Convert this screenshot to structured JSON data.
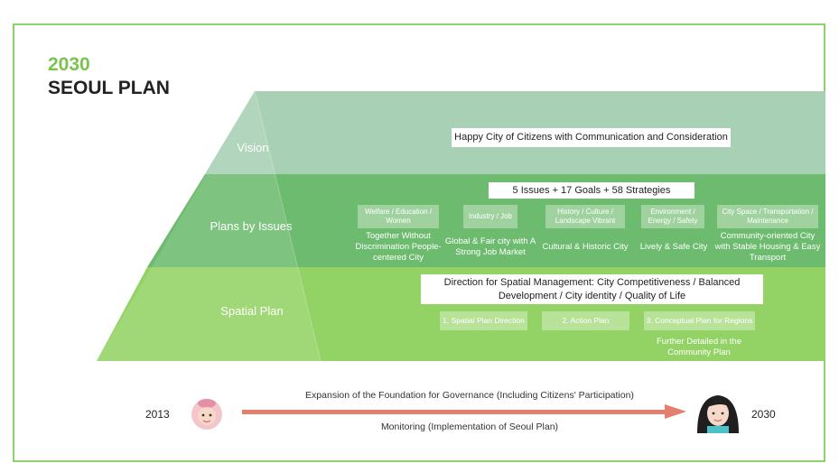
{
  "header": {
    "year": "2030",
    "title": "SEOUL PLAN"
  },
  "levels": {
    "vision": {
      "label": "Vision",
      "statement": "Happy City of Citizens with Communication and Consideration"
    },
    "issues": {
      "label": "Plans by Issues",
      "summary": "5 Issues + 17 Goals + 58 Strategies",
      "items": [
        {
          "tag": "Welfare / Education / Women",
          "desc": "Together Without Discrimination People-centered City"
        },
        {
          "tag": "Industry / Job",
          "desc": "Global & Fair city with A Strong Job Market"
        },
        {
          "tag": "History / Culture / Landscape Vibrant",
          "desc": "Cultural & Historic City"
        },
        {
          "tag": "Environment / Energy / Safety",
          "desc": "Lively & Safe City"
        },
        {
          "tag": "City Space / Transportation / Maintenance",
          "desc": "Community-oriented City with Stable Housing & Easy Transport"
        }
      ]
    },
    "spatial": {
      "label": "Spatial Plan",
      "direction": "Direction for Spatial Management: City Competitiveness / Balanced Development / City identity / Quality of Life",
      "steps": [
        "1. Spatial Plan Direction",
        "2. Action Plan",
        "3. Conceptual Plan for Regions"
      ],
      "note": "Further Detailed in the Community Plan"
    }
  },
  "timeline": {
    "start_year": "2013",
    "end_year": "2030",
    "above_text": "Expansion of the Foundation for Governance (Including Citizens' Participation)",
    "below_text": "Monitoring (Implementation of Seoul Plan)"
  },
  "colors": {
    "accent_title": "#7cc24e",
    "vision_band": "#a8d0b4",
    "issues_band": "#6dbb6e",
    "spatial_band": "#93d365",
    "arrow": "#e37f6d"
  }
}
